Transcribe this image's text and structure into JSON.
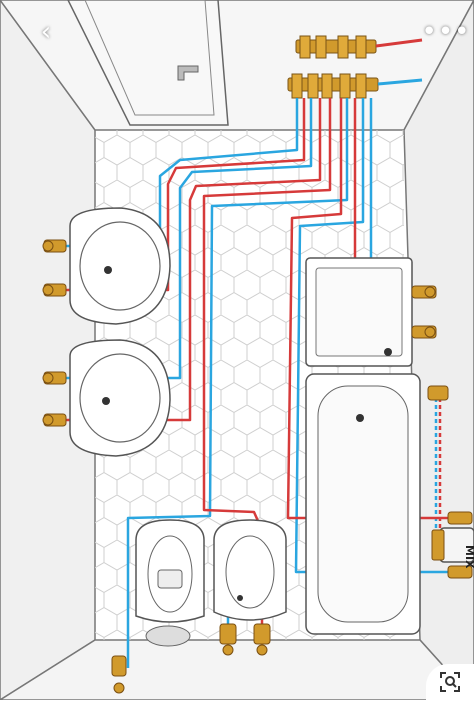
{
  "viewer": {
    "back_icon": "chevron-left-icon",
    "more_icon": "more-horizontal-icon",
    "lens_icon": "visual-search-icon"
  },
  "diagram": {
    "mixer_label": "MIX",
    "colors": {
      "hot_pipe": "#d63a3a",
      "cold_pipe": "#2aa6e0",
      "brass": "#d19a2c",
      "wall": "#f2f2f2",
      "floor": "#f7f7f7",
      "outline": "#555555"
    },
    "fixtures": [
      "washbasin",
      "washbasin",
      "toilet",
      "bidet",
      "shower-tray",
      "bathtub",
      "manifold"
    ]
  }
}
